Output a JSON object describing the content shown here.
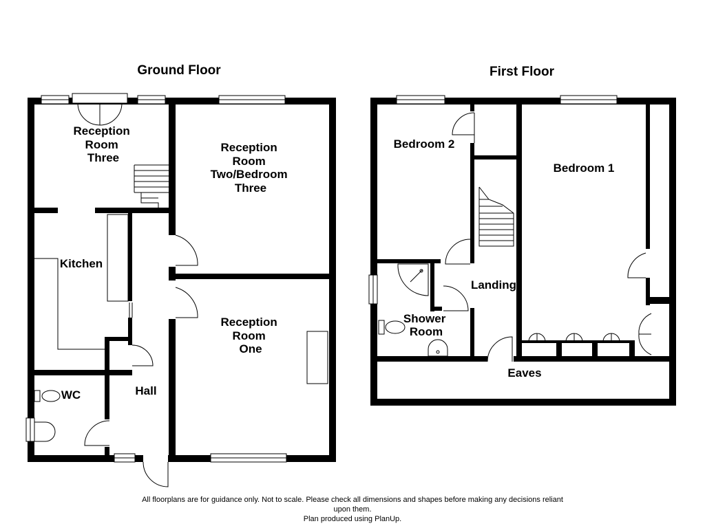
{
  "floors": {
    "ground": {
      "title": "Ground Floor",
      "rooms": {
        "reception_three": [
          "Reception",
          "Room",
          "Three"
        ],
        "reception_two": [
          "Reception",
          "Room",
          "Two/Bedroom",
          "Three"
        ],
        "kitchen": "Kitchen",
        "reception_one": [
          "Reception",
          "Room",
          "One"
        ],
        "wc": "WC",
        "hall": "Hall"
      }
    },
    "first": {
      "title": "First Floor",
      "rooms": {
        "bedroom_two": "Bedroom 2",
        "bedroom_one": "Bedroom 1",
        "landing": "Landing",
        "shower_room": [
          "Shower",
          "Room"
        ],
        "eaves": "Eaves"
      }
    }
  },
  "footer": {
    "line1": "All floorplans are for guidance only. Not to scale. Please check all dimensions and shapes before making any decisions reliant",
    "line2": "upon them.",
    "line3": "Plan produced using PlanUp."
  }
}
